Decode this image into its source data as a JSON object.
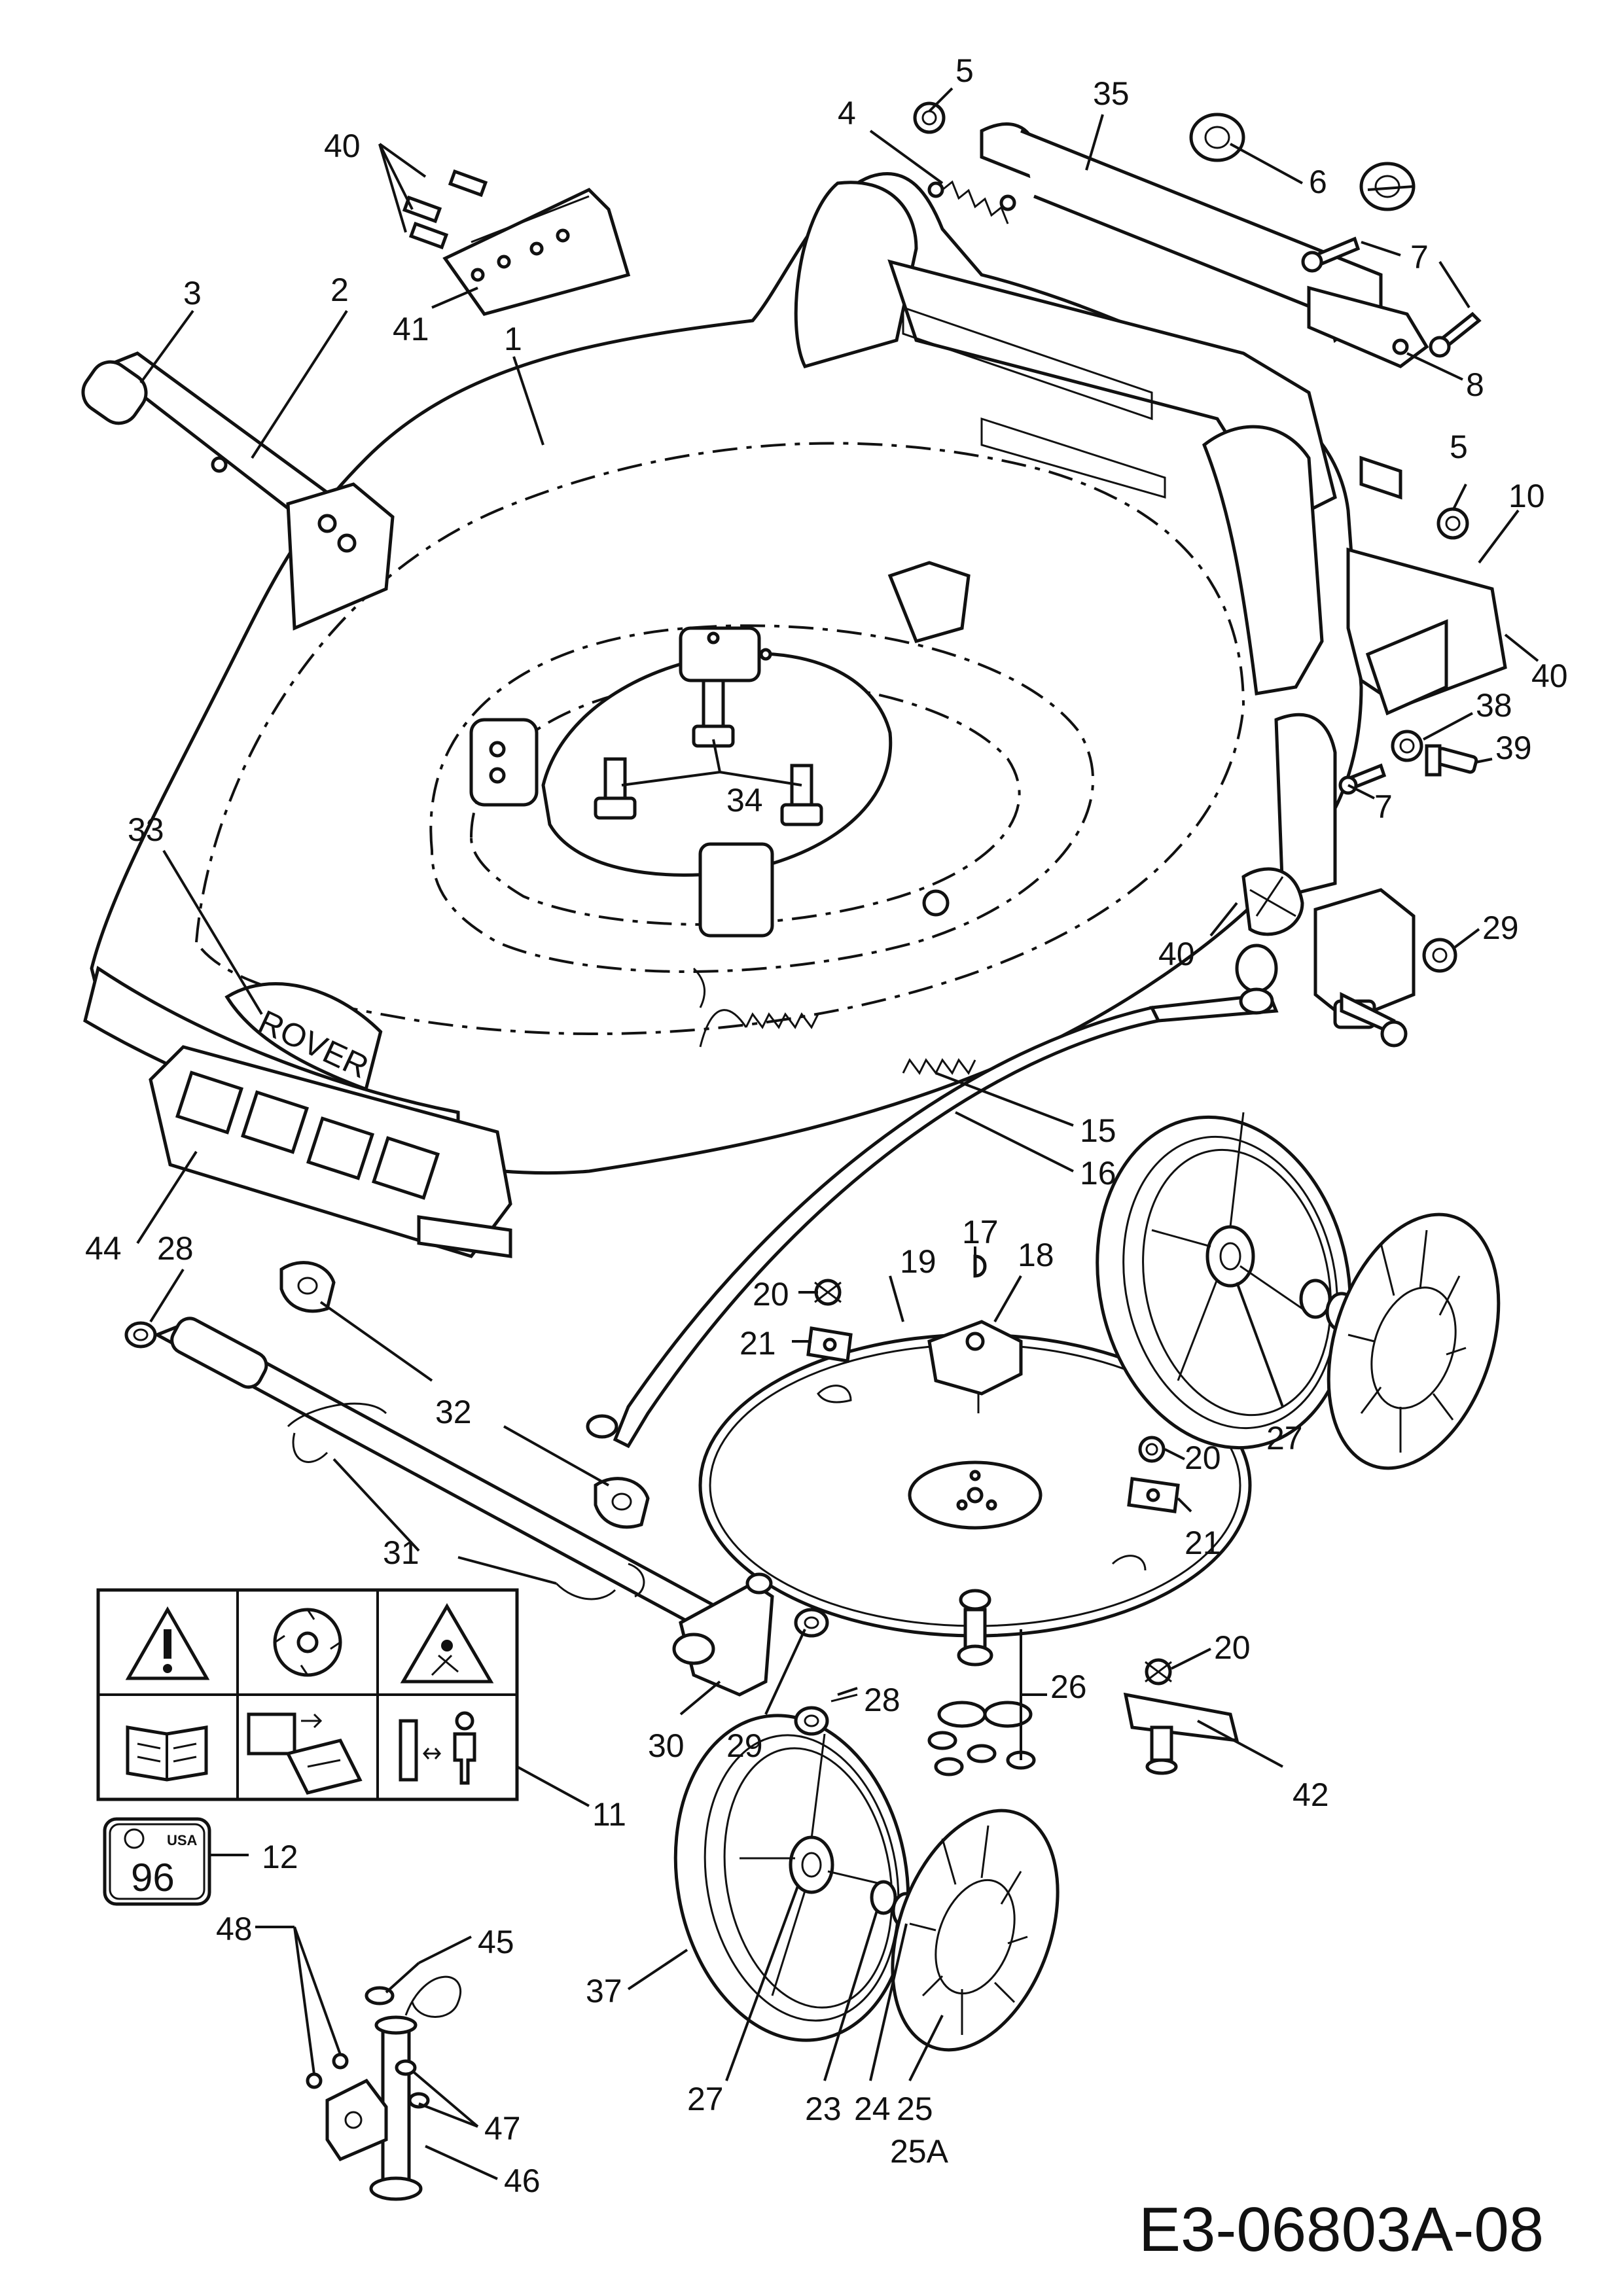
{
  "drawing_code": "E3-06803A-08",
  "callouts": [
    {
      "id": "c1",
      "text": "1"
    },
    {
      "id": "c2",
      "text": "2"
    },
    {
      "id": "c3",
      "text": "3"
    },
    {
      "id": "c4",
      "text": "4"
    },
    {
      "id": "c5a",
      "text": "5"
    },
    {
      "id": "c5b",
      "text": "5"
    },
    {
      "id": "c6",
      "text": "6"
    },
    {
      "id": "c7a",
      "text": "7"
    },
    {
      "id": "c7b",
      "text": "7"
    },
    {
      "id": "c8",
      "text": "8"
    },
    {
      "id": "c10",
      "text": "10"
    },
    {
      "id": "c11",
      "text": "11"
    },
    {
      "id": "c12",
      "text": "12"
    },
    {
      "id": "c15",
      "text": "15"
    },
    {
      "id": "c16",
      "text": "16"
    },
    {
      "id": "c17",
      "text": "17"
    },
    {
      "id": "c18",
      "text": "18"
    },
    {
      "id": "c19",
      "text": "19"
    },
    {
      "id": "c20a",
      "text": "20"
    },
    {
      "id": "c20b",
      "text": "20"
    },
    {
      "id": "c20c",
      "text": "20"
    },
    {
      "id": "c21a",
      "text": "21"
    },
    {
      "id": "c21b",
      "text": "21"
    },
    {
      "id": "c23",
      "text": "23"
    },
    {
      "id": "c24",
      "text": "24"
    },
    {
      "id": "c25",
      "text": "25"
    },
    {
      "id": "c25A",
      "text": "25A"
    },
    {
      "id": "c26",
      "text": "26"
    },
    {
      "id": "c27a",
      "text": "27"
    },
    {
      "id": "c27b",
      "text": "27"
    },
    {
      "id": "c28a",
      "text": "28"
    },
    {
      "id": "c28b",
      "text": "28"
    },
    {
      "id": "c29a",
      "text": "29"
    },
    {
      "id": "c29b",
      "text": "29"
    },
    {
      "id": "c30",
      "text": "30"
    },
    {
      "id": "c31",
      "text": "31"
    },
    {
      "id": "c32",
      "text": "32"
    },
    {
      "id": "c33",
      "text": "33"
    },
    {
      "id": "c34",
      "text": "34"
    },
    {
      "id": "c35",
      "text": "35"
    },
    {
      "id": "c37",
      "text": "37"
    },
    {
      "id": "c38",
      "text": "38"
    },
    {
      "id": "c39",
      "text": "39"
    },
    {
      "id": "c40a",
      "text": "40"
    },
    {
      "id": "c40b",
      "text": "40"
    },
    {
      "id": "c40c",
      "text": "40"
    },
    {
      "id": "c41",
      "text": "41"
    },
    {
      "id": "c42",
      "text": "42"
    },
    {
      "id": "c44",
      "text": "44"
    },
    {
      "id": "c45",
      "text": "45"
    },
    {
      "id": "c46",
      "text": "46"
    },
    {
      "id": "c47",
      "text": "47"
    },
    {
      "id": "c48",
      "text": "48"
    }
  ],
  "deck_logo": "ROVER",
  "decal_badge": {
    "number": "96",
    "small_text": "USA"
  },
  "warning_decal_icons": [
    "warning-icon",
    "blade-icon",
    "debris-warning-icon",
    "manual-icon",
    "blade-removal-icon",
    "keep-distance-icon"
  ]
}
